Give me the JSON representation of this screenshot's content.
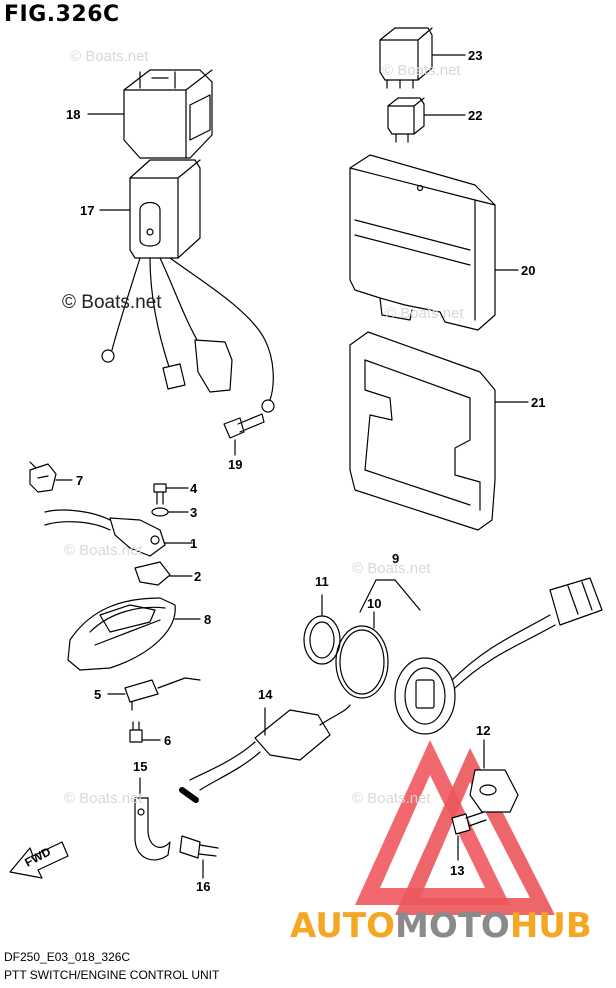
{
  "figure": {
    "title": "FIG.326C",
    "code": "DF250_E03_018_326C",
    "description": "PTT SWITCH/ENGINE CONTROL UNIT"
  },
  "watermarks": {
    "main": "© Boats.net",
    "faint": "© Boats.net"
  },
  "logo": {
    "part1": "AUTO",
    "part2": "MOTO",
    "part3": "HUB",
    "colors": {
      "orange": "#f5a623",
      "grey": "#8a8a8a",
      "triangle": "#e8383d"
    }
  },
  "fwd_arrow": {
    "label": "FWD"
  },
  "callouts": {
    "c1": "1",
    "c2": "2",
    "c3": "3",
    "c4": "4",
    "c5": "5",
    "c6": "6",
    "c7": "7",
    "c8": "8",
    "c9": "9",
    "c10": "10",
    "c11": "11",
    "c12": "12",
    "c13": "13",
    "c14": "14",
    "c15": "15",
    "c16": "16",
    "c17": "17",
    "c18": "18",
    "c19": "19",
    "c20": "20",
    "c21": "21",
    "c22": "22",
    "c23": "23"
  }
}
